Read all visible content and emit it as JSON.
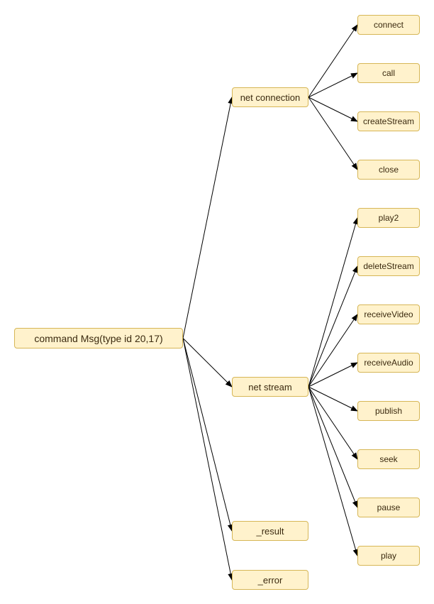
{
  "colors": {
    "node_fill": "#fff2cc",
    "node_border": "#d6b656",
    "edge": "#000000",
    "text": "#3b2a0f"
  },
  "nodes": {
    "root": "command Msg(type id 20,17)",
    "net_connection": "net connection",
    "net_stream": "net stream",
    "result": "_result",
    "error": "_error",
    "connect": "connect",
    "call": "call",
    "create_stream": "createStream",
    "close": "close",
    "play2": "play2",
    "delete_stream": "deleteStream",
    "receive_video": "receiveVideo",
    "receive_audio": "receiveAudio",
    "publish": "publish",
    "seek": "seek",
    "pause": "pause",
    "play": "play"
  },
  "edges": [
    [
      "root",
      "net_connection"
    ],
    [
      "root",
      "net_stream"
    ],
    [
      "root",
      "result"
    ],
    [
      "root",
      "error"
    ],
    [
      "net_connection",
      "connect"
    ],
    [
      "net_connection",
      "call"
    ],
    [
      "net_connection",
      "create_stream"
    ],
    [
      "net_connection",
      "close"
    ],
    [
      "net_stream",
      "play2"
    ],
    [
      "net_stream",
      "delete_stream"
    ],
    [
      "net_stream",
      "receive_video"
    ],
    [
      "net_stream",
      "receive_audio"
    ],
    [
      "net_stream",
      "publish"
    ],
    [
      "net_stream",
      "seek"
    ],
    [
      "net_stream",
      "pause"
    ],
    [
      "net_stream",
      "play"
    ]
  ]
}
